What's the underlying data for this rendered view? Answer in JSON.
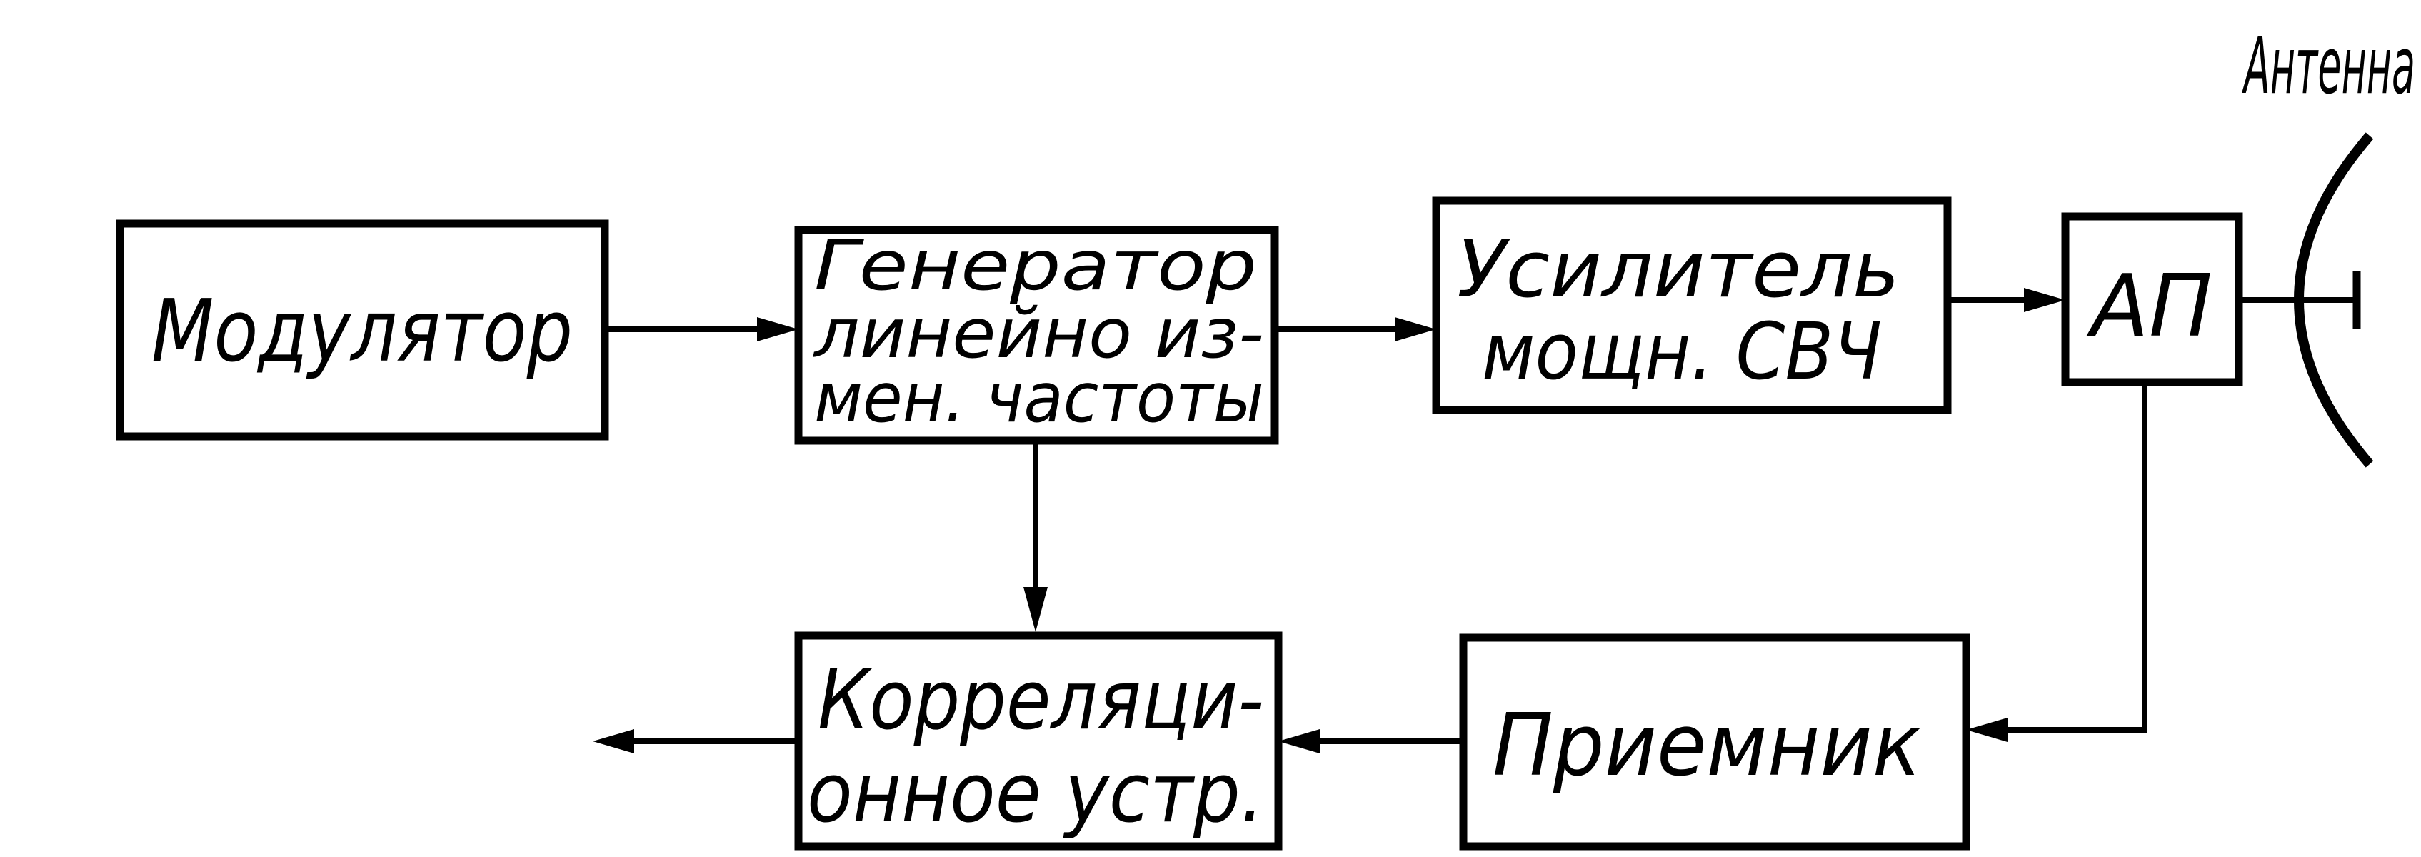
{
  "blocks": {
    "modulator": {
      "label": "Модулятор"
    },
    "generator": {
      "lines": [
        "Генератор",
        "линейно из-",
        "мен. частоты"
      ]
    },
    "amplifier": {
      "lines": [
        "Усилитель",
        "мощн. СВЧ"
      ]
    },
    "ap": {
      "label": "АП"
    },
    "receiver": {
      "label": "Приемник"
    },
    "correlator": {
      "lines": [
        "Корреляци-",
        "онное устр."
      ]
    }
  },
  "antenna": {
    "label": "Антенна"
  }
}
